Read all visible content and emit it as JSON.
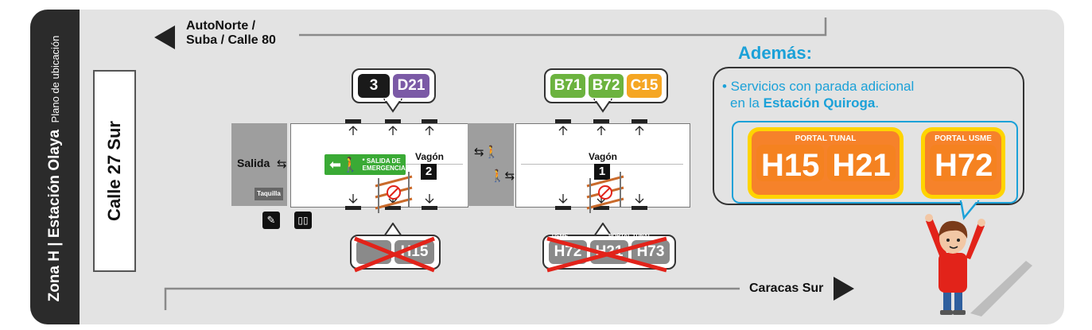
{
  "sidebar": {
    "zona": "Zona H | Estación Olaya",
    "plano": "Plano de ubicación"
  },
  "street": "Calle 27 Sur",
  "top_direction": {
    "line1": "AutoNorte /",
    "line2": "Suba / Calle 80"
  },
  "bottom_direction": "Caracas Sur",
  "exit": {
    "label": "Salida",
    "ticket": "Taquilla"
  },
  "emergency": {
    "line1": "* SALIDA DE",
    "line2": "EMERGENCIA"
  },
  "vagon2": {
    "label": "Vagón",
    "number": "2"
  },
  "vagon1": {
    "label": "Vagón",
    "number": "1"
  },
  "routes_top_left": [
    {
      "code": "3",
      "color": "#1a1a1a"
    },
    {
      "code": "D21",
      "color": "#7b5aa6"
    }
  ],
  "routes_top_right": [
    {
      "code": "B71",
      "color": "#6cb33f"
    },
    {
      "code": "B72",
      "color": "#6cb33f"
    },
    {
      "code": "C15",
      "color": "#f5a623"
    }
  ],
  "crossed_left": {
    "routes": [
      "H15"
    ]
  },
  "crossed_right": {
    "portal_usme": "USME",
    "portal_tunal": "PORTAL TUNAL",
    "routes": [
      "H72",
      "H21",
      "H73"
    ]
  },
  "ademas": {
    "title": "Además:",
    "line1": "• Servicios con parada adicional",
    "line2_prefix": "en la",
    "line2_bold": "Estación Quiroga",
    "line2_suffix": ".",
    "portal_tunal": "PORTAL TUNAL",
    "portal_usme": "PORTAL USME",
    "tunal_routes": [
      "H15",
      "H21"
    ],
    "usme_routes": [
      "H72"
    ]
  },
  "colors": {
    "panel": "#e3e3e3",
    "sidebar": "#2b2b2b",
    "accent_blue": "#1ba1d8",
    "route_orange": "#f6822a",
    "highlight_yellow": "#ffd400",
    "cross_red": "#e2231a",
    "emergency_green": "#3aaa35"
  }
}
